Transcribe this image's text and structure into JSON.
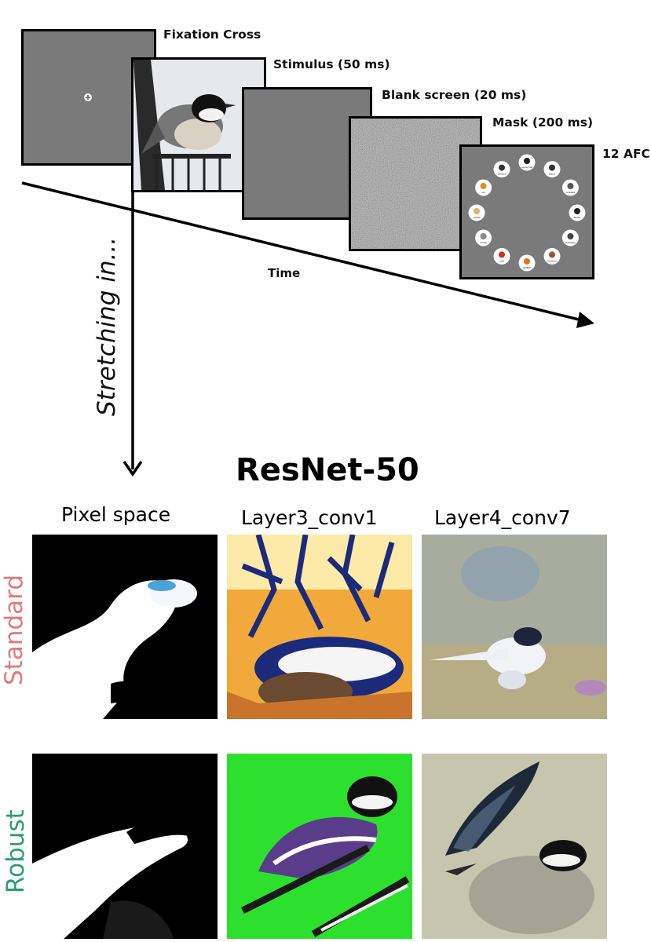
{
  "stages": [
    {
      "label": "Fixation Cross"
    },
    {
      "label": "Stimulus (50 ms)"
    },
    {
      "label": "Blank screen (20 ms)"
    },
    {
      "label": "Mask (200 ms)"
    },
    {
      "label": "12 AFC"
    }
  ],
  "axis": {
    "time_label": "Time",
    "stretch_label": "Stretching in..."
  },
  "afc_options": [
    "soccer ball",
    "piano",
    "necklace",
    "hunter",
    "chickadee",
    "fruit lizard",
    "goldfish",
    "crab",
    "ricotta",
    "candle",
    "cup",
    "camera"
  ],
  "figure": {
    "model_title": "ResNet-50",
    "columns": [
      "Pixel space",
      "Layer3_conv1",
      "Layer4_conv7"
    ],
    "rows": [
      {
        "label": "Standard",
        "color": "#e07a7a"
      },
      {
        "label": "Robust",
        "color": "#2e9e72"
      }
    ]
  },
  "colors": {
    "screen_gray": "#7a7a7a",
    "mask_noise": "multicolor",
    "robust_green": "#2e9e72",
    "standard_red": "#e07a7a"
  }
}
